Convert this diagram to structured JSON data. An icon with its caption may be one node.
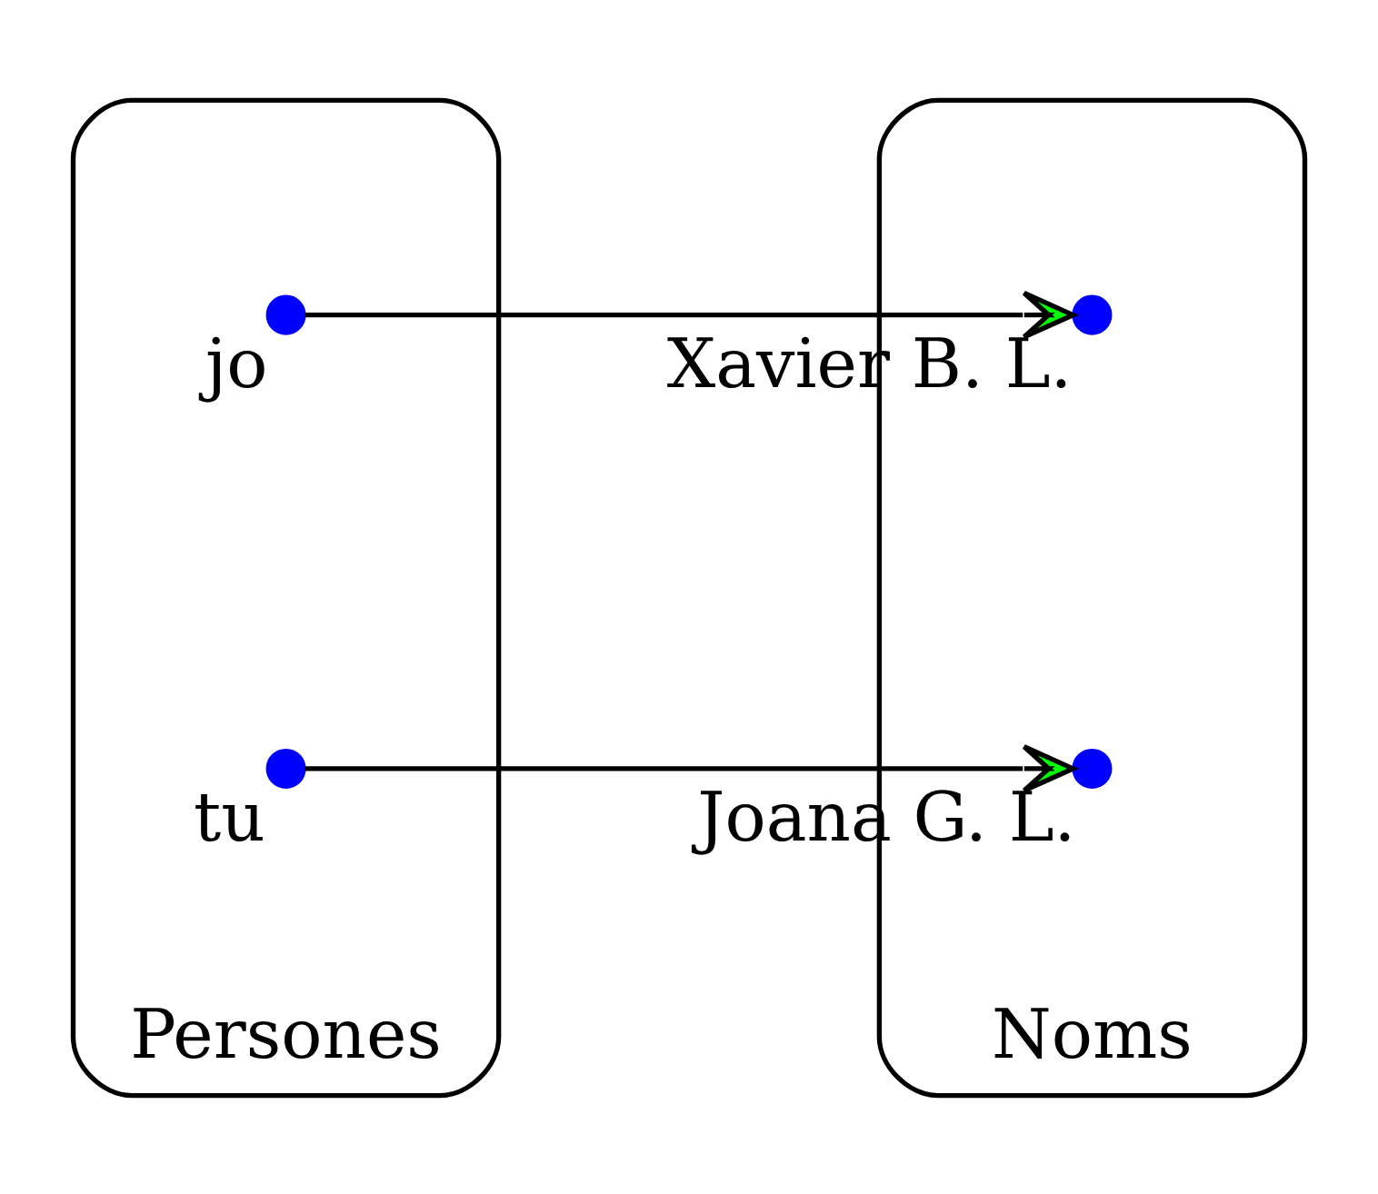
{
  "diagram": {
    "nodes": [
      {
        "text": [
          "Persones"
        ]
      },
      {
        "text": [],
        "shape": "circle",
        "beside": [
          "jo"
        ],
        "in": 0
      },
      {
        "text": [],
        "shape": "circle",
        "beside": [
          "tu"
        ],
        "in": 0
      },
      {
        "text": [
          "Noms"
        ]
      },
      {
        "text": [],
        "shape": "circle",
        "beside": [
          "Xavier B. L."
        ],
        "in": 3
      },
      {
        "text": [],
        "shape": "circle",
        "beside": [
          "Joana G. L."
        ],
        "in": 3
      }
    ],
    "edges": [
      {
        "from": 1,
        "to": 4,
        "arrow": "to"
      },
      {
        "from": 2,
        "to": 5,
        "arrow": "to"
      }
    ]
  }
}
